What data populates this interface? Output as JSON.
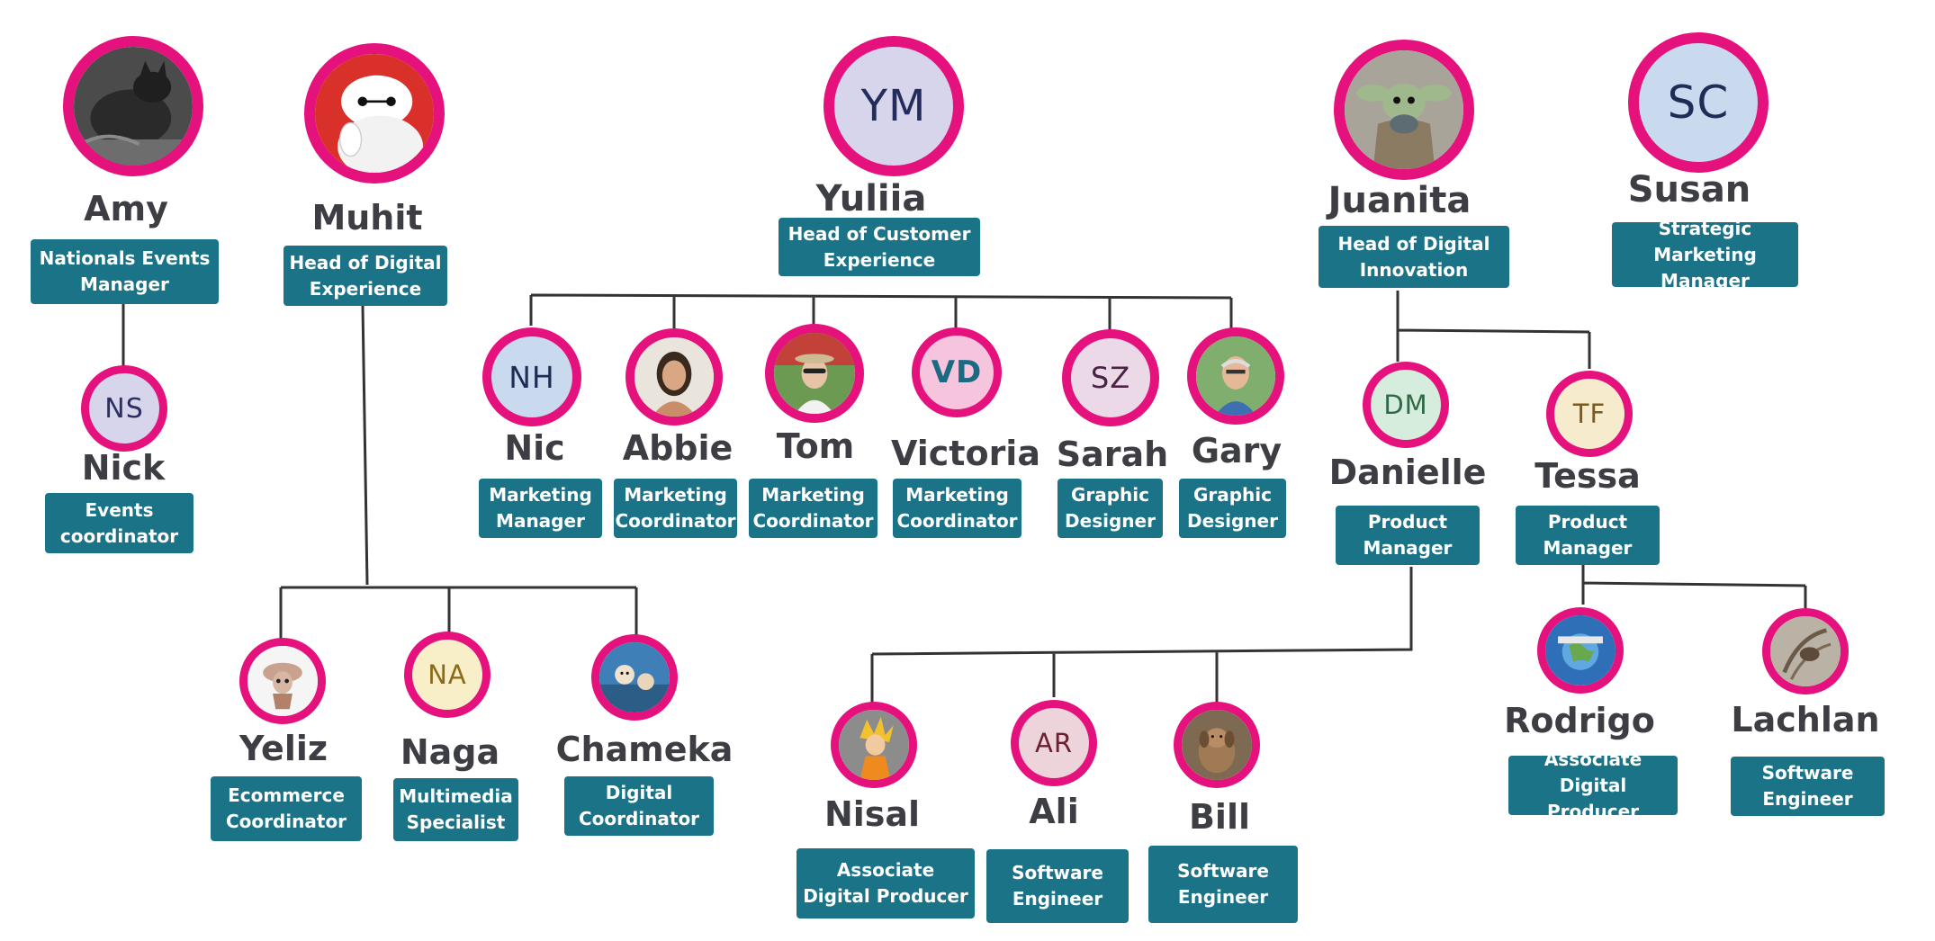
{
  "colors": {
    "accent": "#e5117d",
    "role_bg": "#1b7388",
    "role_text": "#ffffff",
    "name_text": "#3d3d44",
    "line": "#333333"
  },
  "people": [
    {
      "id": "amy",
      "name": "Amy",
      "role": "Nationals Events Manager",
      "photo": "cat-photo"
    },
    {
      "id": "muhit",
      "name": "Muhit",
      "role": "Head of Digital Experience",
      "photo": "white-robot-photo"
    },
    {
      "id": "yuliia",
      "name": "Yuliia",
      "role": "Head of Customer Experience",
      "initials": "YM",
      "initials_bg": "#d6d5eb",
      "initials_color": "#232c5c"
    },
    {
      "id": "juanita",
      "name": "Juanita",
      "role": "Head of Digital Innovation",
      "photo": "green-alien-photo"
    },
    {
      "id": "susan",
      "name": "Susan",
      "role": "Strategic Marketing Manager",
      "initials": "SC",
      "initials_bg": "#c9d9ee",
      "initials_color": "#1f2d56"
    },
    {
      "id": "nick",
      "name": "Nick",
      "role": "Events coordinator",
      "initials": "NS",
      "initials_bg": "#d6d5eb",
      "initials_color": "#2b3060"
    },
    {
      "id": "nic",
      "name": "Nic",
      "role": "Marketing Manager",
      "initials": "NH",
      "initials_bg": "#c9d9ee",
      "initials_color": "#1f2d56"
    },
    {
      "id": "abbie",
      "name": "Abbie",
      "role": "Marketing Coordinator",
      "photo": "woman-photo"
    },
    {
      "id": "tom",
      "name": "Tom",
      "role": "Marketing Coordinator",
      "photo": "man-hat-photo"
    },
    {
      "id": "victoria",
      "name": "Victoria",
      "role": "Marketing Coordinator",
      "initials": "VD",
      "initials_bg": "#f7c4de",
      "initials_color": "#1b6a82"
    },
    {
      "id": "sarah",
      "name": "Sarah",
      "role": "Graphic Designer",
      "initials": "SZ",
      "initials_bg": "#ecd9e8",
      "initials_color": "#4a2244"
    },
    {
      "id": "gary",
      "name": "Gary",
      "role": "Graphic Designer",
      "photo": "smiling-man-photo"
    },
    {
      "id": "danielle",
      "name": "Danielle",
      "role": "Product Manager",
      "initials": "DM",
      "initials_bg": "#d6ecdc",
      "initials_color": "#2d6a45"
    },
    {
      "id": "tessa",
      "name": "Tessa",
      "role": "Product Manager",
      "initials": "TF",
      "initials_bg": "#f6eccd",
      "initials_color": "#7a5a1e"
    },
    {
      "id": "yeliz",
      "name": "Yeliz",
      "role": "Ecommerce Coordinator",
      "photo": "cartoon-character-photo"
    },
    {
      "id": "naga",
      "name": "Naga",
      "role": "Multimedia Specialist",
      "initials": "NA",
      "initials_bg": "#f8efc9",
      "initials_color": "#8a6a1a"
    },
    {
      "id": "chameka",
      "name": "Chameka",
      "role": "Digital Coordinator",
      "photo": "cartoon-scene-photo"
    },
    {
      "id": "nisal",
      "name": "Nisal",
      "role": "Associate Digital Producer",
      "photo": "anime-character-photo"
    },
    {
      "id": "ali",
      "name": "Ali",
      "role": "Software Engineer",
      "initials": "AR",
      "initials_bg": "#ecd4da",
      "initials_color": "#6a2030"
    },
    {
      "id": "bill",
      "name": "Bill",
      "role": "Software Engineer",
      "photo": "dog-photo"
    },
    {
      "id": "rodrigo",
      "name": "Rodrigo",
      "role": "Associate Digital Producer",
      "photo": "globe-badge-photo"
    },
    {
      "id": "lachlan",
      "name": "Lachlan",
      "role": "Software Engineer",
      "photo": "bird-photo"
    }
  ]
}
